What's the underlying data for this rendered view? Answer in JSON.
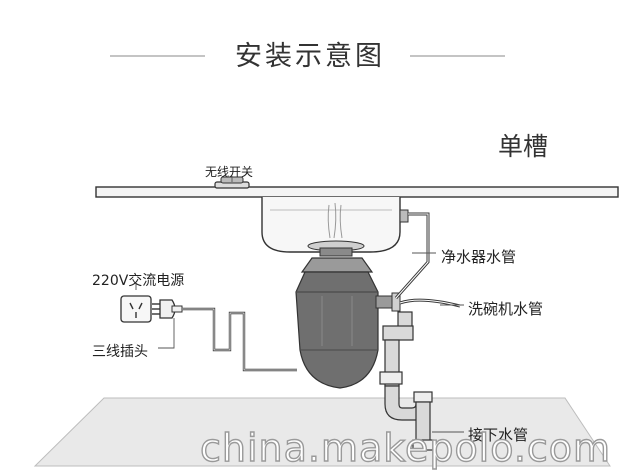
{
  "title": "安装示意图",
  "labels": {
    "sink_type": "单槽",
    "wireless_switch": "无线开关",
    "water_purifier_pipe": "净水器水管",
    "dishwasher_pipe": "洗碗机水管",
    "drain_pipe": "接下水管",
    "power_source": "220V交流电源",
    "three_wire_plug": "三线插头"
  },
  "watermark": "china.makepolo.com",
  "colors": {
    "line": "#3a3a3a",
    "disposer_body": "#6f6f6f",
    "disposer_dark": "#4f4f4f",
    "pipe": "#7a7a7a",
    "floor": "#e6e6e6"
  }
}
